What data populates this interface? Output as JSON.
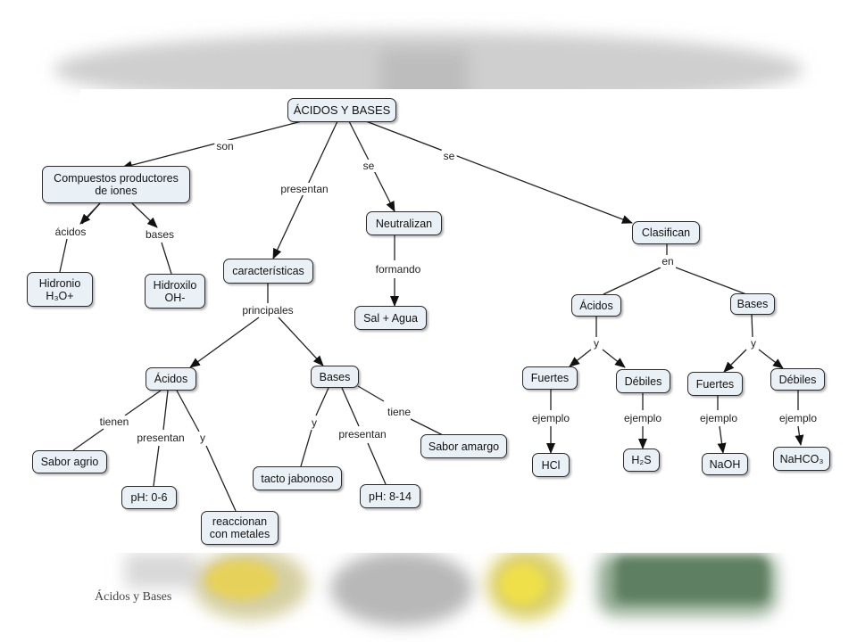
{
  "footer_text": "Ácidos y Bases",
  "nodes": {
    "root": "ÁCIDOS Y BASES",
    "compuestos": "Compuestos productores\nde iones",
    "hidronio": "Hidronio\nH₃O+",
    "hidroxilo": "Hidroxilo\nOH-",
    "caracteristicas": "características",
    "neutralizan": "Neutralizan",
    "sal_agua": "Sal + Agua",
    "clasifican": "Clasifican",
    "acidos_car": "Ácidos",
    "bases_car": "Bases",
    "sabor_agrio": "Sabor agrio",
    "ph_06": "pH: 0-6",
    "reaccionan": "reaccionan\ncon metales",
    "tacto": "tacto jabonoso",
    "ph_814": "pH: 8-14",
    "sabor_amargo": "Sabor amargo",
    "acidos_cls": "Ácidos",
    "bases_cls": "Bases",
    "fuertes_a": "Fuertes",
    "debiles_a": "Débiles",
    "fuertes_b": "Fuertes",
    "debiles_b": "Débiles",
    "hcl": "HCl",
    "h2s": "H₂S",
    "naoh": "NaOH",
    "nahco3": "NaHCO₃"
  },
  "links": {
    "son": "son",
    "presentan_root": "presentan",
    "se_neutral": "se",
    "se_clasif": "se",
    "acidos_lbl": "ácidos",
    "bases_lbl": "bases",
    "formando": "formando",
    "principales": "principales",
    "en": "en",
    "tienen": "tienen",
    "presentan_acid": "presentan",
    "y_acid": "y",
    "y_base": "y",
    "presentan_base": "presentan",
    "tiene": "tiene",
    "y_cls_a": "y",
    "y_cls_b": "y",
    "ejemplo_1": "ejemplo",
    "ejemplo_2": "ejemplo",
    "ejemplo_3": "ejemplo",
    "ejemplo_4": "ejemplo"
  }
}
